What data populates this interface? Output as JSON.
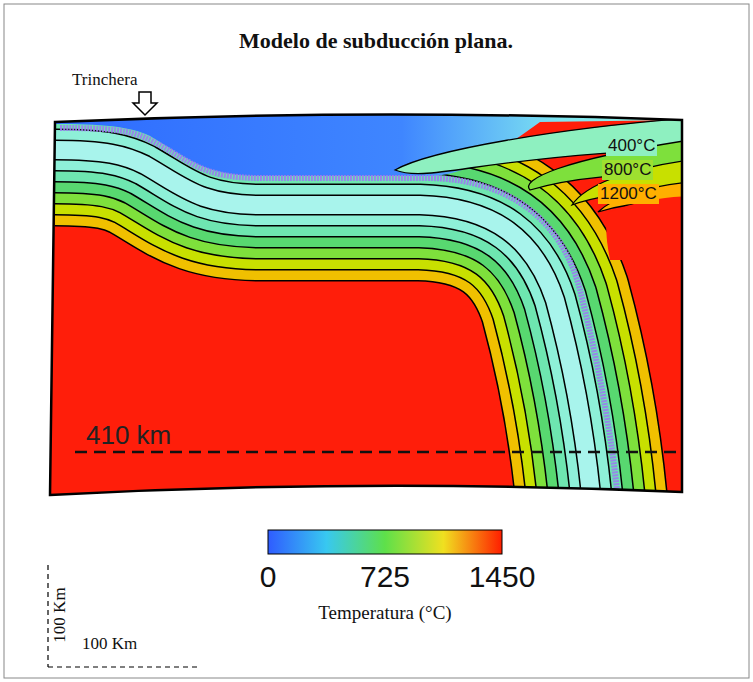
{
  "diagram": {
    "title": "Modelo de subducción plana.",
    "labels": [
      "Trinchera",
      "400°C",
      "800°C",
      "1200°C",
      "410 km",
      "0",
      "725",
      "1450",
      "Temperatura (°C)",
      "100 Km",
      "100 Km"
    ]
  }
}
